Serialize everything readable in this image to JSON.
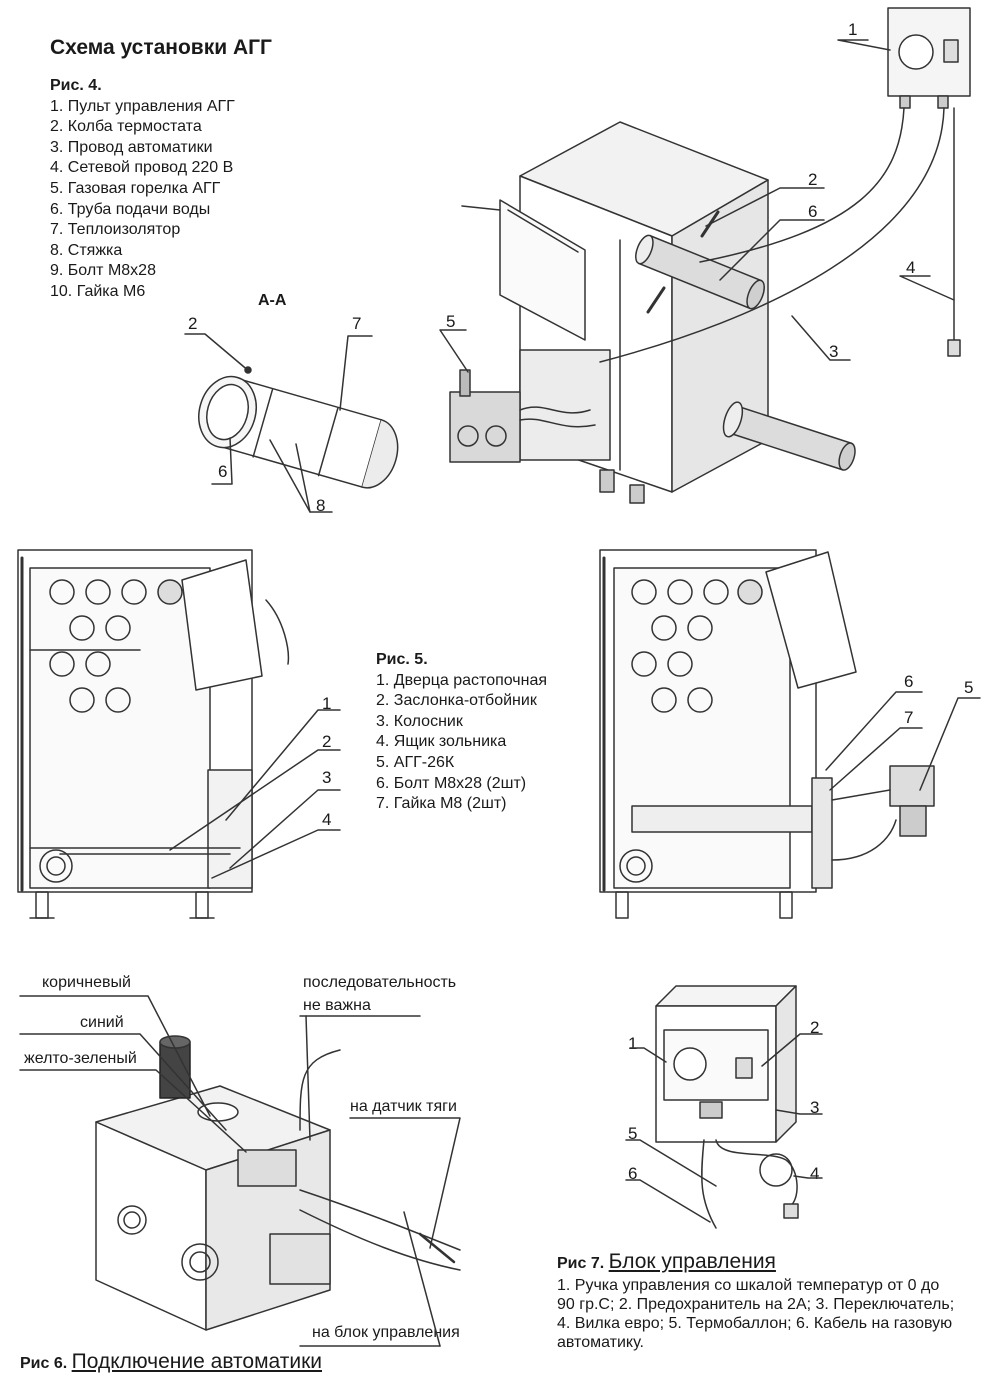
{
  "title": "Схема установки АГГ",
  "fig4": {
    "heading": "Рис. 4.",
    "items": [
      "1. Пульт управления АГГ",
      "2. Колба термостата",
      "3. Провод автоматики",
      "4. Сетевой провод 220 В",
      "5. Газовая горелка АГГ",
      "6. Труба подачи воды",
      "7. Теплоизолятор",
      "8. Стяжка",
      "9. Болт М8х28",
      "10. Гайка М6"
    ],
    "section_label": "А-А",
    "section_mark": "А",
    "callouts_main": [
      "1",
      "2",
      "6",
      "5",
      "4",
      "3"
    ],
    "callouts_section": [
      "2",
      "7",
      "6",
      "8"
    ]
  },
  "fig5": {
    "heading": "Рис. 5.",
    "items": [
      "1. Дверца растопочная",
      "2. Заслонка-отбойник",
      "3. Колосник",
      "4. Ящик зольника",
      "5. АГГ-26К",
      "6. Болт М8х28 (2шт)",
      "7. Гайка М8 (2шт)"
    ],
    "callouts_left": [
      "1",
      "2",
      "3",
      "4"
    ],
    "callouts_right": [
      "6",
      "7",
      "5"
    ]
  },
  "fig6": {
    "caption_bold": "Рис 6.",
    "caption_title": "Подключение автоматики",
    "wire_labels": {
      "brown": "коричневый",
      "blue": "синий",
      "yellow_green": "желто-зеленый",
      "sequence_line1": "последовательность",
      "sequence_line2": "не важна",
      "draft_sensor": "на датчик тяги",
      "control_unit": "на блок управления"
    }
  },
  "fig7": {
    "caption_bold": "Рис 7.",
    "caption_title": "Блок управления",
    "description": "1. Ручка управления со шкалой температур от 0 до 90 гр.С; 2. Предохранитель на 2А; 3. Переключатель; 4. Вилка евро; 5. Термобаллон; 6. Кабель на газовую автоматику.",
    "callouts": [
      "1",
      "2",
      "3",
      "4",
      "5",
      "6"
    ]
  },
  "colors": {
    "ink": "#1a1a1a",
    "line": "#333333",
    "panel": "#f2f2f2",
    "shade": "#cfcfcf"
  }
}
